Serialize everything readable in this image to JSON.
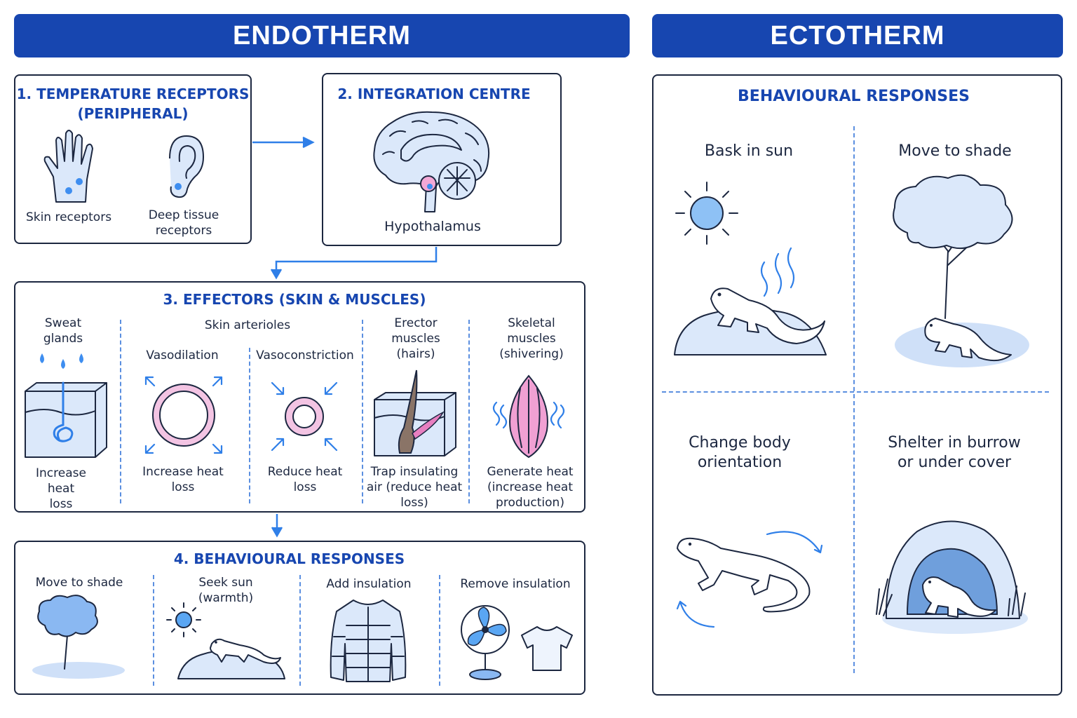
{
  "endotherm": {
    "title": "ENDOTHERM",
    "receptors": {
      "title_line1": "1. TEMPERATURE RECEPTORS",
      "title_line2": "(PERIPHERAL)",
      "skin": "Skin receptors",
      "deep_line1": "Deep tissue",
      "deep_line2": "receptors"
    },
    "integration": {
      "title": "2. INTEGRATION CENTRE",
      "label": "Hypothalamus"
    },
    "effectors": {
      "title": "3. EFFECTORS (SKIN & MUSCLES)",
      "sweat": {
        "name_line1": "Sweat",
        "name_line2": "glands",
        "effect_line1": "Increase heat",
        "effect_line2": "loss"
      },
      "arterioles": "Skin arterioles",
      "vasodilation": {
        "name": "Vasodilation",
        "effect_line1": "Increase heat",
        "effect_line2": "loss"
      },
      "vasoconstriction": {
        "name": "Vasoconstriction",
        "effect_line1": "Reduce heat",
        "effect_line2": "loss"
      },
      "erector": {
        "name_line1": "Erector",
        "name_line2": "muscles",
        "name_line3": "(hairs)",
        "effect_line1": "Trap insulating",
        "effect_line2": "air (reduce heat",
        "effect_line3": "loss)"
      },
      "skeletal": {
        "name_line1": "Skeletal",
        "name_line2": "muscles",
        "name_line3": "(shivering)",
        "effect_line1": "Generate heat",
        "effect_line2": "(increase heat",
        "effect_line3": "production)"
      }
    },
    "behaviour": {
      "title": "4. BEHAVIOURAL RESPONSES",
      "shade": "Move to shade",
      "sun_line1": "Seek sun",
      "sun_line2": "(warmth)",
      "add": "Add insulation",
      "remove": "Remove insulation"
    }
  },
  "ectotherm": {
    "title": "ECTOTHERM",
    "behaviour_title": "BEHAVIOURAL RESPONSES",
    "bask": "Bask in sun",
    "shade": "Move to shade",
    "orient_line1": "Change body",
    "orient_line2": "orientation",
    "shelter_line1": "Shelter in burrow",
    "shelter_line2": "or under cover"
  },
  "colors": {
    "banner": "#1746b0",
    "heading": "#1746b0",
    "accent": "#3e8ef0",
    "pink": "#e77fc0",
    "fill": "#dbe8fa"
  }
}
